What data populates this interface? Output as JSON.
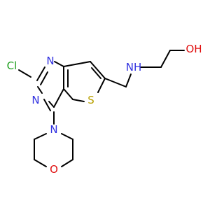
{
  "colors": {
    "bond": "#000000",
    "carbon": "#000000",
    "nitrogen": "#3030e0",
    "oxygen": "#e01010",
    "sulfur": "#b8a000",
    "chlorine": "#20a020"
  },
  "labels": {
    "cl": "Cl",
    "n_pyr_top": "N",
    "n_pyr_bottom": "N",
    "s_thiophene": "S",
    "nh_amine": "NH",
    "oh_hydroxyl": "OH",
    "n_morpholine": "N",
    "o_morpholine": "O"
  }
}
